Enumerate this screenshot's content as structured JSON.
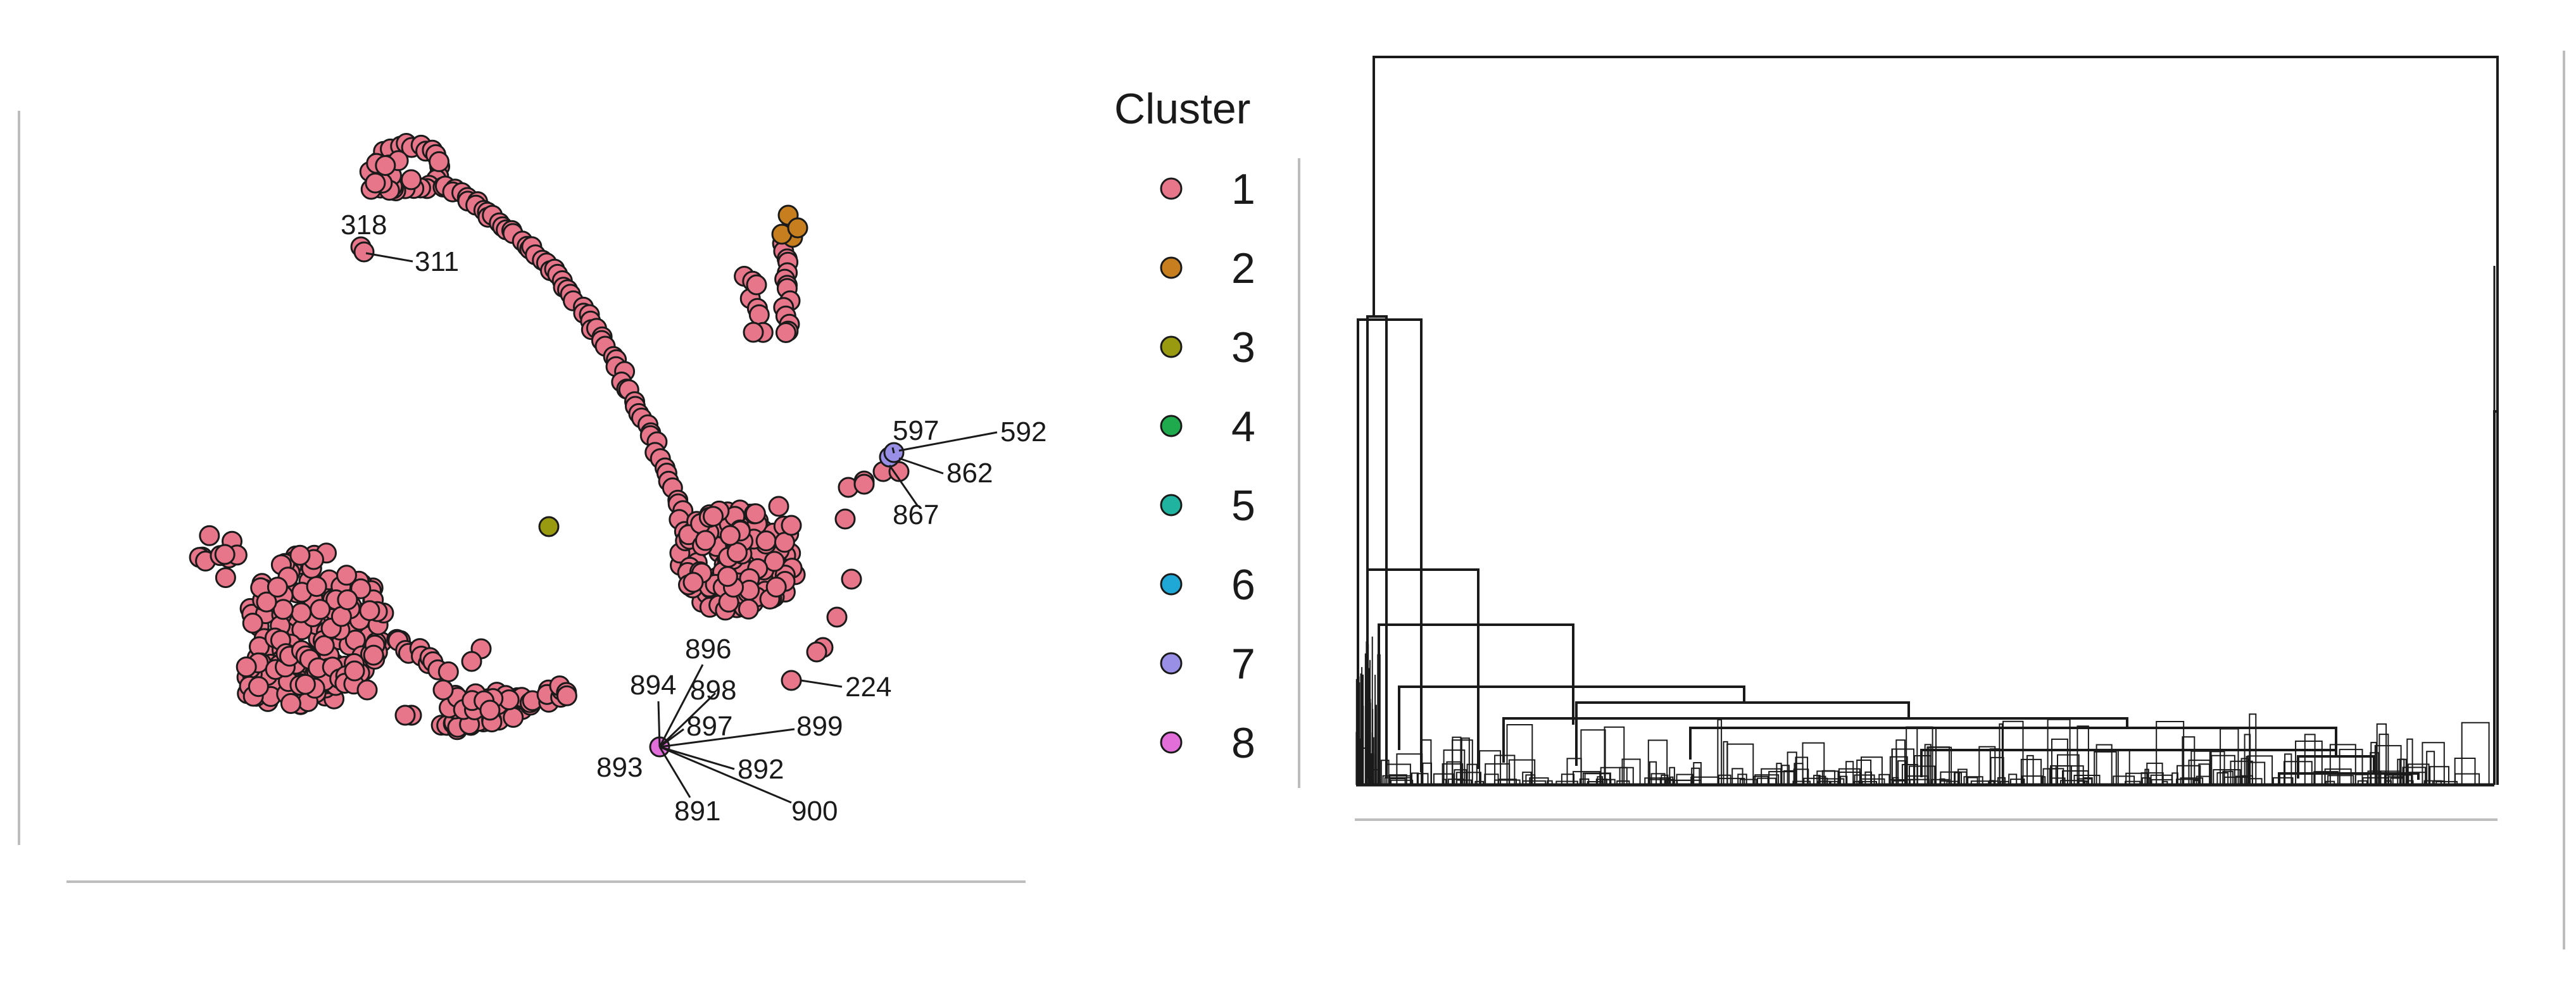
{
  "chart_data": [
    {
      "type": "scatter",
      "title": "",
      "xlabel": "",
      "ylabel": "",
      "grid": false,
      "legend": "right",
      "legend_title": "Cluster",
      "legend_entries": [
        "1",
        "2",
        "3",
        "4",
        "5",
        "6",
        "7",
        "8"
      ],
      "cluster_colors": {
        "1": "#E8768A",
        "2": "#C77E1F",
        "3": "#9A9A10",
        "4": "#1FAA4D",
        "5": "#1FB3A0",
        "6": "#1FA7D6",
        "7": "#9A8FE6",
        "8": "#E26FD9"
      },
      "point_labels": [
        {
          "text": "318",
          "cluster": "1"
        },
        {
          "text": "311",
          "cluster": "1"
        },
        {
          "text": "597",
          "cluster": "7"
        },
        {
          "text": "592",
          "cluster": "7"
        },
        {
          "text": "862",
          "cluster": "7"
        },
        {
          "text": "867",
          "cluster": "7"
        },
        {
          "text": "224",
          "cluster": "1"
        },
        {
          "text": "896",
          "cluster": "8"
        },
        {
          "text": "894",
          "cluster": "8"
        },
        {
          "text": "898",
          "cluster": "8"
        },
        {
          "text": "897",
          "cluster": "8"
        },
        {
          "text": "899",
          "cluster": "8"
        },
        {
          "text": "893",
          "cluster": "8"
        },
        {
          "text": "892",
          "cluster": "8"
        },
        {
          "text": "891",
          "cluster": "8"
        },
        {
          "text": "900",
          "cluster": "8"
        }
      ]
    },
    {
      "type": "dendrogram",
      "title": "",
      "xlabel": "",
      "ylabel": "",
      "grid": false
    }
  ]
}
